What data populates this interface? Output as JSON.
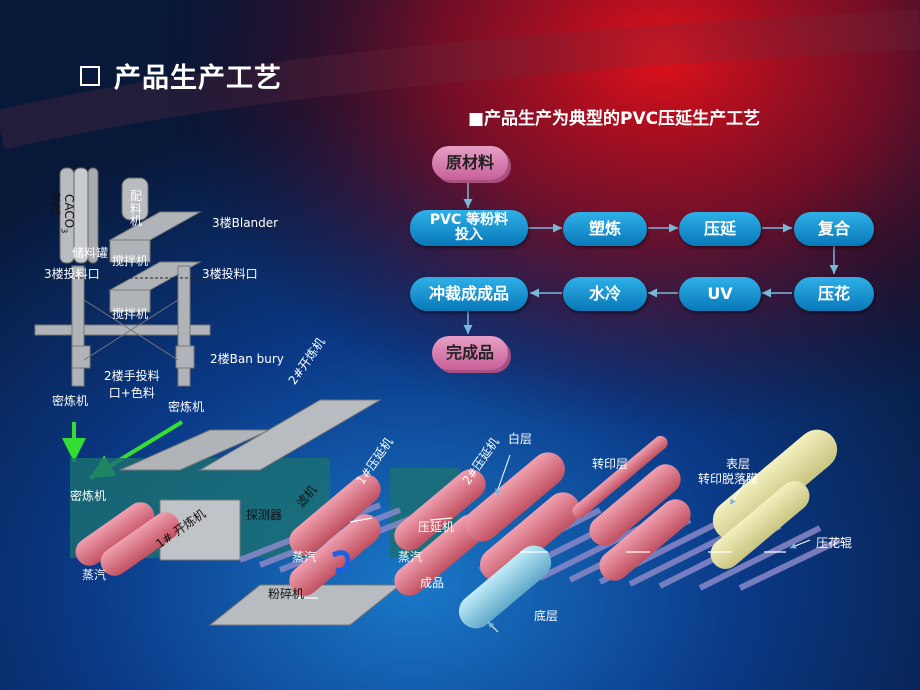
{
  "title": "产品生产工艺",
  "subtitle": "■产品生产为典型的PVC压延生产工艺",
  "flow": {
    "raw": "原材料",
    "input": "PVC 等粉料\n投入",
    "plasticize": "塑炼",
    "calender": "压延",
    "composite": "复合",
    "emboss": "压花",
    "uv": "UV",
    "water_cool": "水冷",
    "punch": "冲裁成成品",
    "finished": "完成品"
  },
  "equipment": {
    "pvc_tank": "PVC",
    "caco3_tank": "CACO",
    "caco3_sub": "3",
    "storage_tank": "储料罐",
    "dosing": "配\n料\n机",
    "floor3_blander": "3楼Blander",
    "mixer1": "搅拌机",
    "mixer2": "搅拌机",
    "feed3_left": "3楼投料口",
    "feed3_right": "3楼投料口",
    "floor2_banbury": "2楼Ban bury",
    "floor2_manual": "2楼手投料\n口+色料",
    "internal_mixer_left": "密炼机",
    "internal_mixer_right": "密炼机",
    "internal_mixer_bottom": "密炼机",
    "mill2": "2#开炼机",
    "mill1": "1# 开炼机",
    "detector": "探测器",
    "filter": "滤机",
    "calender1": "1#压延机",
    "calender2": "2#压延机",
    "calender3": "压延机",
    "steam1": "蒸汽",
    "steam2": "蒸汽",
    "steam3": "蒸汽",
    "crusher": "粉碎机",
    "product": "成品",
    "white_layer": "白层",
    "transfer_layer": "转印层",
    "surface_layer": "表层",
    "transfer_film": "转印脱落膜",
    "emboss_roll": "压花辊",
    "bottom_layer": "底层"
  },
  "colors": {
    "blue_node": "#1a96d6",
    "pink_node": "#d77ab0",
    "pink_roll": "#e3788c",
    "cream_roll": "#e8e4a0",
    "cyan_roll": "#8fd4e8",
    "machine_gray": "#b8bcc0",
    "arrow_green": "#33dd33"
  }
}
